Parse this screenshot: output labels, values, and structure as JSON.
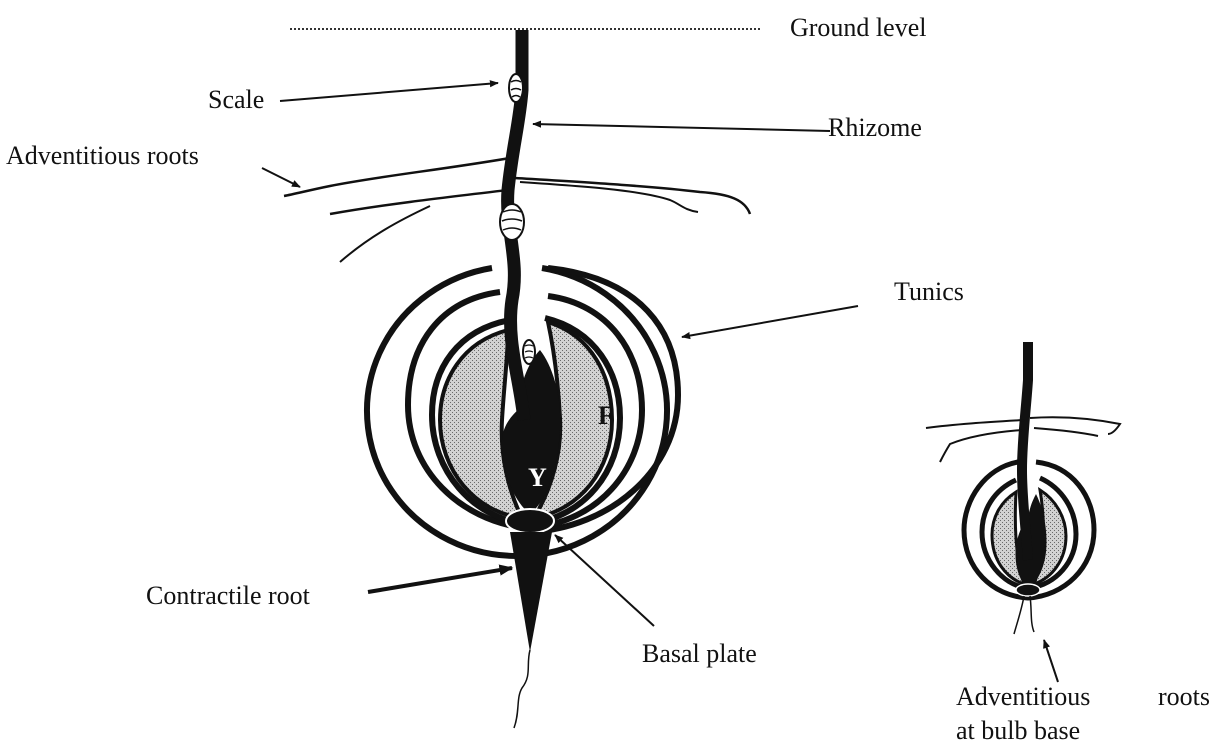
{
  "labels": {
    "ground_level": "Ground level",
    "scale": "Scale",
    "rhizome": "Rhizome",
    "adventitious_roots": "Adventitious roots",
    "tunics": "Tunics",
    "contractile_root": "Contractile root",
    "basal_plate": "Basal plate",
    "small_adv_word1": "Adventitious",
    "small_adv_word2": "roots",
    "small_adv_line2": "at bulb base"
  },
  "markers": {
    "fleshy_scale": "F",
    "young_bud": "Y"
  },
  "colors": {
    "ink": "#111111",
    "stipple": "#d4d4d4",
    "background": "#ffffff"
  }
}
